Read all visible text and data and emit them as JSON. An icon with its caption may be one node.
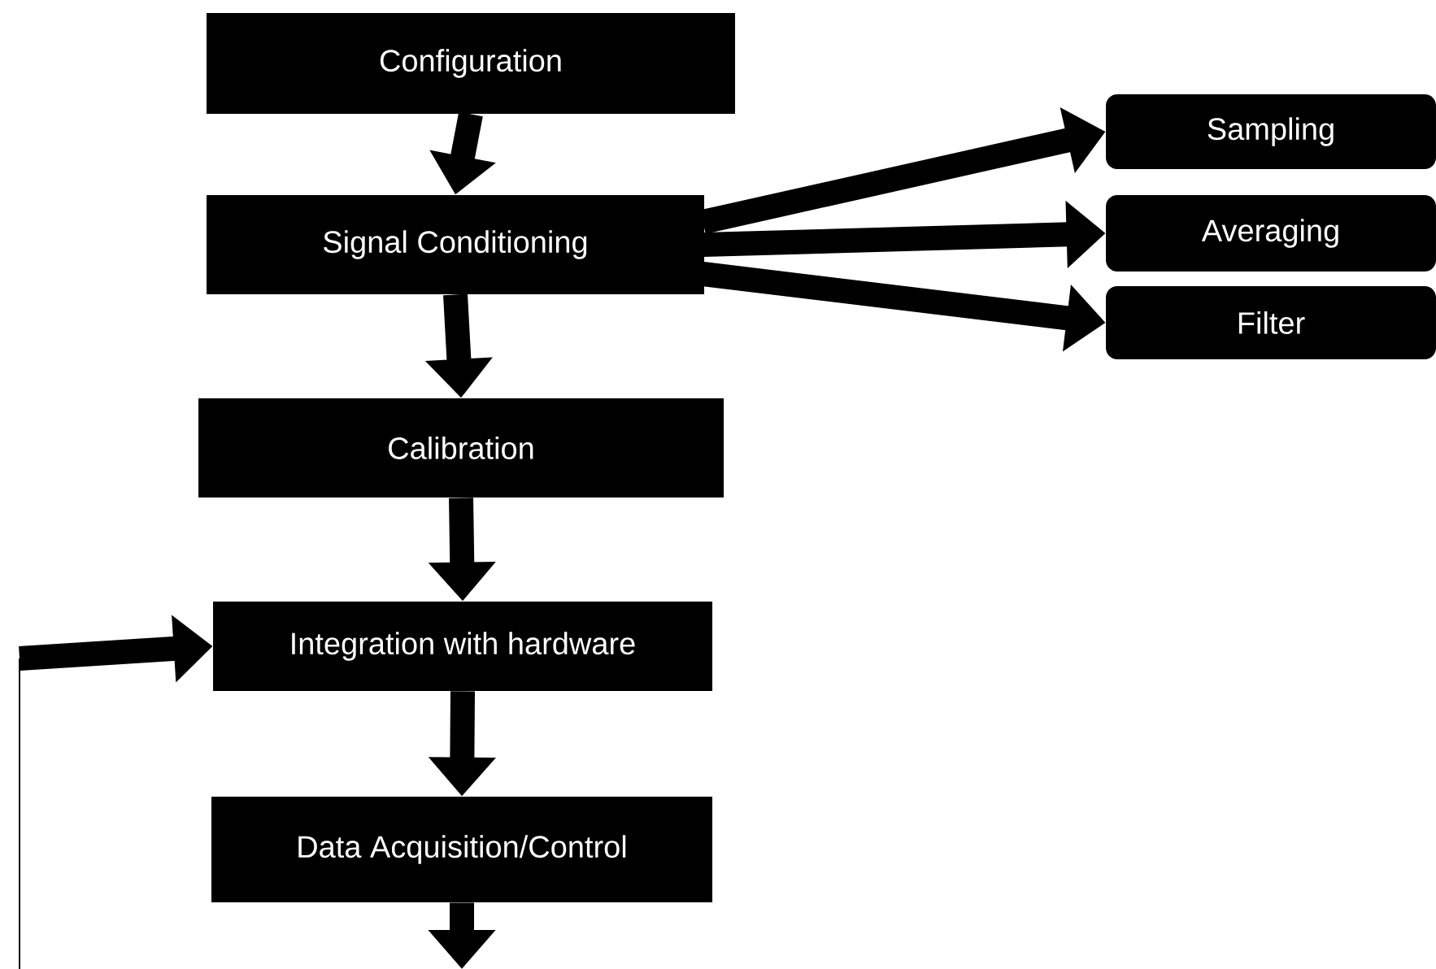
{
  "diagram": {
    "nodes": [
      {
        "text": [
          "Configuration"
        ]
      },
      {
        "text": [
          "Signal Conditioning"
        ]
      },
      {
        "text": [
          "Calibration"
        ]
      },
      {
        "text": [
          "Integration with hardware"
        ]
      },
      {
        "text": [
          "Data Acquisition/Control"
        ]
      },
      {
        "text": [
          "Sampling"
        ]
      },
      {
        "text": [
          "Averaging"
        ]
      },
      {
        "text": [
          "Filter"
        ]
      }
    ],
    "edges": [
      {
        "from": 0,
        "to": 1,
        "arrow": "to"
      },
      {
        "from": 1,
        "to": 5,
        "arrow": "to"
      },
      {
        "from": 1,
        "to": 6,
        "arrow": "to"
      },
      {
        "from": 1,
        "to": 7,
        "arrow": "to"
      },
      {
        "from": 1,
        "to": 2,
        "arrow": "to"
      },
      {
        "from": 2,
        "to": 3,
        "arrow": "to"
      },
      {
        "from": null,
        "to": 3,
        "arrow": "to"
      },
      {
        "from": 3,
        "to": 4,
        "arrow": "to"
      },
      {
        "from": 4,
        "to": null,
        "arrow": "to"
      }
    ]
  }
}
